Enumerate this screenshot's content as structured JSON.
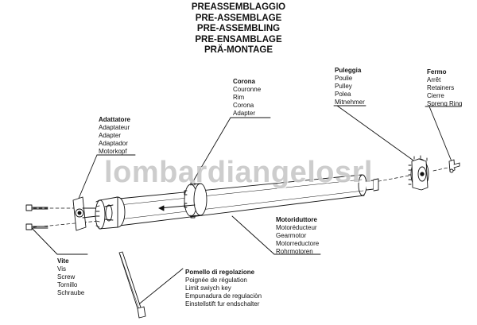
{
  "title": {
    "lines": [
      "PREASSEMBLAGGIO",
      "PRE-ASSEMBLAGE",
      "PRE-ASSEMBLING",
      "PRE-ENSAMBLAGE",
      "PRÄ-MONTAGE"
    ]
  },
  "labels": {
    "corona": {
      "heading": "Corona",
      "items": [
        "Couronne",
        "Rim",
        "Corona",
        "Adapter"
      ]
    },
    "puleggia": {
      "heading": "Puleggia",
      "items": [
        "Poulie",
        "Pulley",
        "Polea",
        "Mitnehmer"
      ]
    },
    "fermo": {
      "heading": "Fermo",
      "items": [
        "Arrêt",
        "Retainers",
        "Cierre",
        "Spreng Ring"
      ]
    },
    "adattatore": {
      "heading": "Adattatore",
      "items": [
        "Adaptateur",
        "Adapter",
        "Adaptador",
        "Motorkopf"
      ]
    },
    "motoriduttore": {
      "heading": "Motoriduttore",
      "items": [
        "Motoréducteur",
        "Gearmotor",
        "Motorreductore",
        "Rohrmotoren"
      ]
    },
    "vite": {
      "heading": "Vite",
      "items": [
        "Vis",
        "Screw",
        "Tornillo",
        "Schraube"
      ]
    },
    "pomello": {
      "heading": "Pomello di regolazione",
      "items": [
        "Poignée de régulation",
        "Limit swiych key",
        "Empunadura de regulaciòn",
        "Einstellstift fur endschalter"
      ]
    }
  },
  "watermark": "lombardiangelosrl",
  "colors": {
    "ink": "#111111",
    "watermark": "#afafaf"
  }
}
